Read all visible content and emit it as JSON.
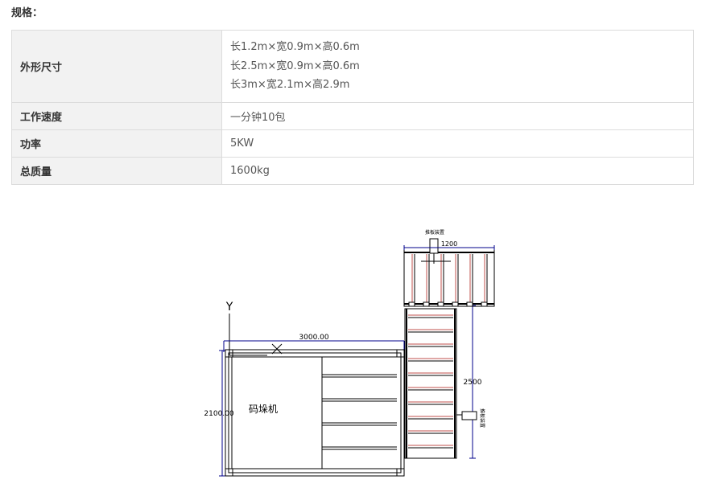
{
  "heading": "规格：",
  "specs": [
    {
      "label": "外形尺寸",
      "values": [
        "长1.2m×宽0.9m×高0.6m",
        "长2.5m×宽0.9m×高0.6m",
        "长3m×宽2.1m×高2.9m"
      ]
    },
    {
      "label": "工作速度",
      "values": [
        "一分钟10包"
      ]
    },
    {
      "label": "功率",
      "values": [
        "5KW"
      ]
    },
    {
      "label": "总质量",
      "values": [
        "1600kg"
      ]
    }
  ],
  "drawing": {
    "axis_label": "Y",
    "dim_width": "3000.00",
    "dim_height": "2100.00",
    "machine_label": "码垛机",
    "dim_top": "1200",
    "dim_side": "2500",
    "label_top_device": "推板装置",
    "label_side_device": "推板装置"
  }
}
